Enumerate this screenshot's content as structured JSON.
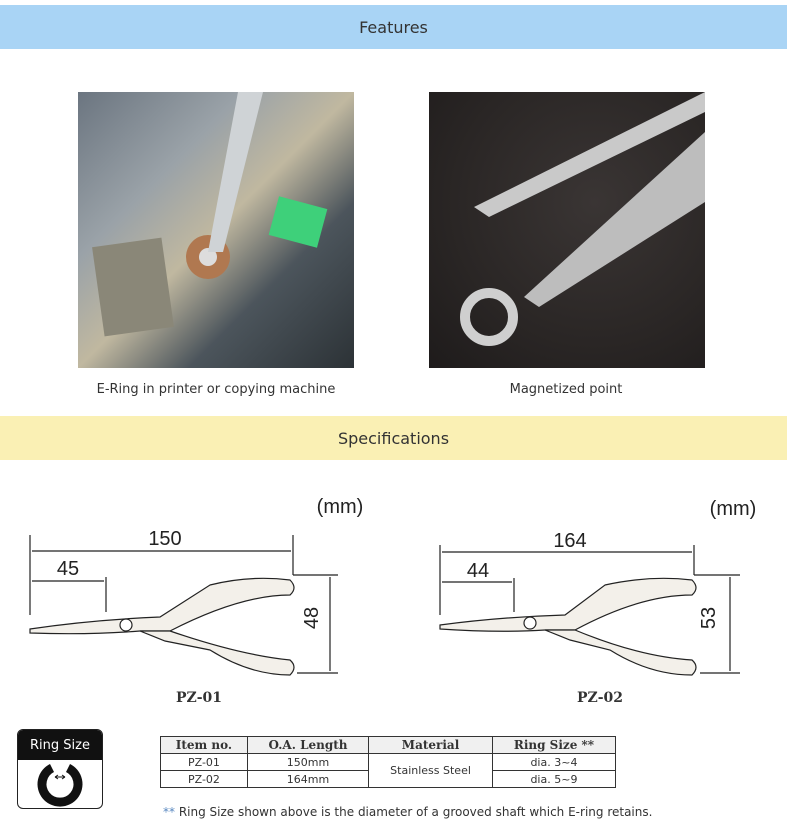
{
  "features": {
    "title": "Features",
    "photos": [
      {
        "caption": "E-Ring in printer or copying machine"
      },
      {
        "caption": "Magnetized point"
      }
    ]
  },
  "specifications": {
    "title": "Specifications",
    "diagrams": [
      {
        "model": "PZ-01",
        "unit": "(mm)",
        "length": "150",
        "tip": "45",
        "height": "48"
      },
      {
        "model": "PZ-02",
        "unit": "(mm)",
        "length": "164",
        "tip": "44",
        "height": "53"
      }
    ],
    "ring_size_badge": "Ring Size",
    "table": {
      "headers": [
        "Item no.",
        "O.A. Length",
        "Material",
        "Ring Size **"
      ],
      "rows": [
        [
          "PZ-01",
          "150mm",
          "Stainless Steel",
          "dia. 3~4"
        ],
        [
          "PZ-02",
          "164mm",
          "Stainless Steel",
          "dia. 5~9"
        ]
      ]
    },
    "note_marker": "**",
    "note": "Ring Size shown above is the diameter of a grooved shaft which E-ring retains."
  }
}
